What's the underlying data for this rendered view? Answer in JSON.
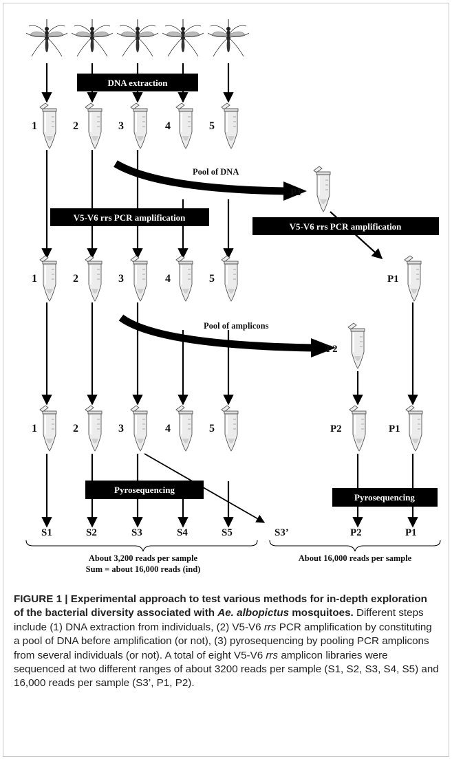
{
  "diagram": {
    "individuals": [
      "1",
      "2",
      "3",
      "4",
      "5"
    ],
    "step_boxes": {
      "dna_extraction": "DNA extraction",
      "pcr_left": "V5-V6 rrs PCR amplification",
      "pcr_right": "V5-V6 rrs PCR amplification",
      "pyro_left": "Pyrosequencing",
      "pyro_right": "Pyrosequencing"
    },
    "pool_labels": {
      "dna": "Pool of DNA",
      "amplicons": "Pool of amplicons"
    },
    "pool_tubes": {
      "p1": "P1",
      "p2": "P2"
    },
    "samples": [
      "S1",
      "S2",
      "S3",
      "S4",
      "S5",
      "S3’",
      "P2",
      "P1"
    ],
    "summaries": {
      "left_line1": "About 3,200 reads per sample",
      "left_line2": "Sum = about 16,000 reads (ind)",
      "right_line1": "About 16,000 reads per sample"
    }
  },
  "caption": {
    "title": "FIGURE 1 | Experimental approach to test various methods for in-depth exploration of the bacterial diversity associated with ",
    "title_species": "Ae. albopictus",
    "title_end": " mosquitoes.",
    "body_1": " Different steps include (1) DNA extraction from individuals, (2) V5-V6 ",
    "rrs_1": "rrs",
    "body_2": " PCR amplification by constituting a pool of DNA before amplification (or not), (3) pyrosequencing by pooling PCR amplicons from several individuals (or not). A total of eight V5-V6 ",
    "rrs_2": "rrs",
    "body_3": " amplicon libraries were sequenced at two different ranges of about 3200 reads per sample (S1, S2, S3, S4, S5) and 16,000 reads per sample (S3’, P1, P2)."
  }
}
